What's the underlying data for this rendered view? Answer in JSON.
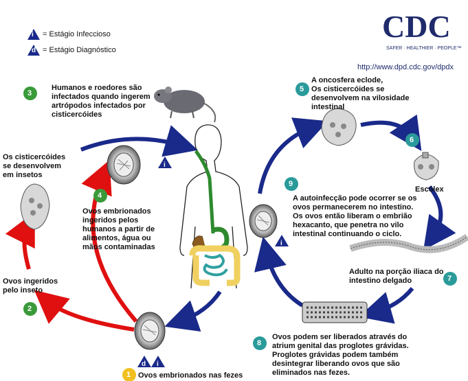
{
  "legend": {
    "infective": "= Estágio Infeccioso",
    "diagnostic": "= Estágio Diagnóstico",
    "infective_letter": "i",
    "diagnostic_letter": "d"
  },
  "logo": {
    "text": "CDC",
    "tagline": "SAFER · HEALTHIER · PEOPLE™"
  },
  "url": "http://www.dpd.cdc.gov/dpdx",
  "steps": {
    "s1": {
      "num": "1",
      "text": "Ovos embrionados nas fezes"
    },
    "s2": {
      "num": "2",
      "text": "Ovos ingeridos\npelo inseto"
    },
    "s3": {
      "num": "3",
      "text": "Humanos e roedores são\ninfectados quando ingerem\nartrópodos infectados por\ncisticercóides"
    },
    "s_insect": {
      "text": "Os cisticercóides\nse desenvolvem\nem insetos"
    },
    "s4": {
      "num": "4",
      "text": "Ovos embrionados\ningeridos pelos\nhumanos a partir de\nalimentos, água ou\nmãos contaminadas"
    },
    "s5": {
      "num": "5",
      "text": "A oncosfera eclode,\nOs cisticercóides se\ndesenvolvem na vilosidade\nintestinal"
    },
    "s6": {
      "num": "6",
      "text": "Escólex"
    },
    "s7": {
      "num": "7",
      "text": "Adulto na porção iliaca do\nintestino delgado"
    },
    "s8": {
      "num": "8",
      "text": "Ovos podem ser liberados através do\natrium genital das proglotes grávidas.\nProglotes grávidas podem também\ndesintegrar liberando ovos que são\neliminados nas fezes."
    },
    "s9": {
      "num": "9",
      "text": "A autoinfecção pode ocorrer se os\novos permanecerem no intestino.\nOs ovos então liberam o embrião\nhexacanto, que penetra no vilo\nintestinal continuando o ciclo."
    }
  },
  "colors": {
    "green_badge": "#3a9a3a",
    "teal_badge": "#2a9a9a",
    "yellow_badge": "#f0c020",
    "blue": "#1a2a8a",
    "red": "#e01010"
  }
}
